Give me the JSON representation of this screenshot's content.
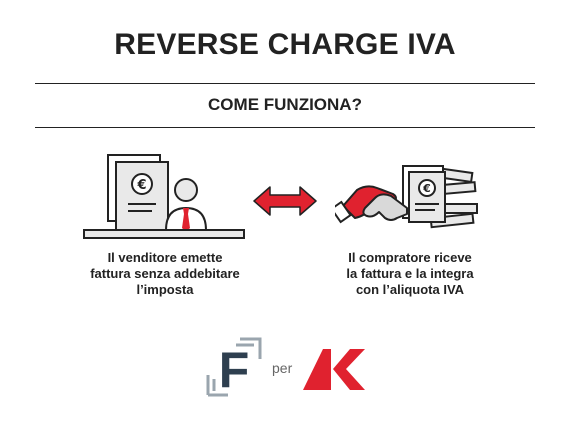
{
  "title": "REVERSE CHARGE IVA",
  "subtitle": "COME FUNZIONA?",
  "steps": [
    {
      "caption_lines": [
        "Il venditore emette",
        "fattura senza addebitare",
        "l’imposta"
      ],
      "icon": "seller-at-desk-with-invoice"
    },
    {
      "caption_lines": [
        "Il compratore riceve",
        "la fattura e la integra",
        "con l’aliquota IVA"
      ],
      "icon": "handshake-with-invoice"
    }
  ],
  "connector_icon": "double-arrow",
  "footer": {
    "connector_text": "per",
    "logo_left_letter": "F",
    "logo_right_letter": "K"
  },
  "colors": {
    "accent": "#E0222F",
    "text": "#222222",
    "logo_f": "#2E3F4F",
    "grey": "#9AA5AE"
  },
  "euro_symbol": "€"
}
